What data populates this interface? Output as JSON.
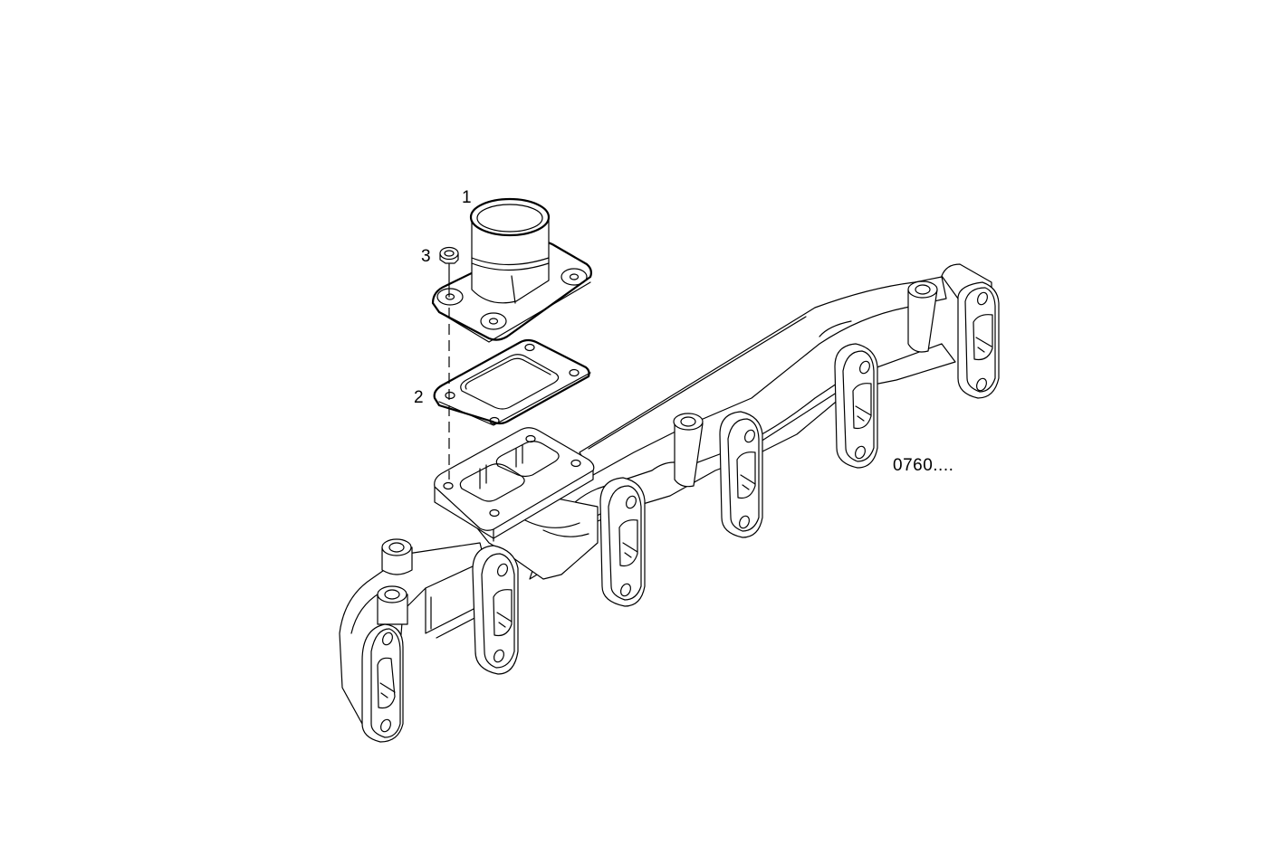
{
  "diagram": {
    "type": "exploded-parts-diagram",
    "subject": "exhaust manifold assembly",
    "drawing_code": "0760....",
    "line_color": "#000000",
    "background_color": "#ffffff",
    "callouts": [
      {
        "number": "1",
        "part": "exhaust outlet elbow / flange pipe"
      },
      {
        "number": "2",
        "part": "gasket"
      },
      {
        "number": "3",
        "part": "nut"
      }
    ],
    "labels": {
      "callout_1": "1",
      "callout_2": "2",
      "callout_3": "3",
      "code": "0760...."
    }
  }
}
